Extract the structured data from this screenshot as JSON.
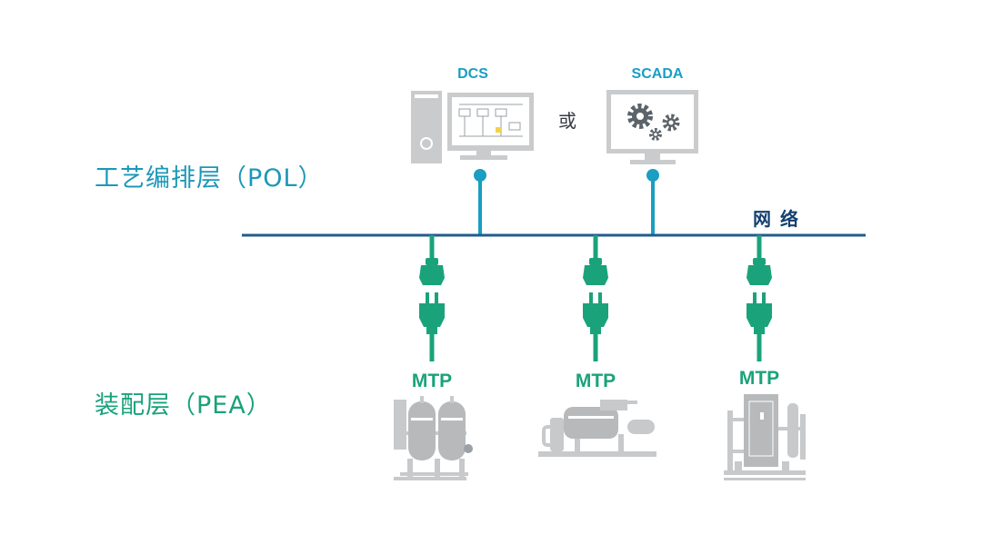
{
  "layers": {
    "pol": "工艺编排层（POL）",
    "pea": "装配层（PEA）"
  },
  "systems": {
    "dcs": "DCS",
    "or": "或",
    "scada": "SCADA"
  },
  "network": "网络",
  "modules": [
    {
      "label": "MTP",
      "icon": "tank-module-icon"
    },
    {
      "label": "MTP",
      "icon": "pump-module-icon"
    },
    {
      "label": "MTP",
      "icon": "cabinet-module-icon"
    }
  ],
  "colors": {
    "pol": "#1b98b8",
    "pea": "#19a27a",
    "network_line": "#1f5c8e",
    "connector": "#1aa37a",
    "equipment": "#c7c9cb"
  }
}
